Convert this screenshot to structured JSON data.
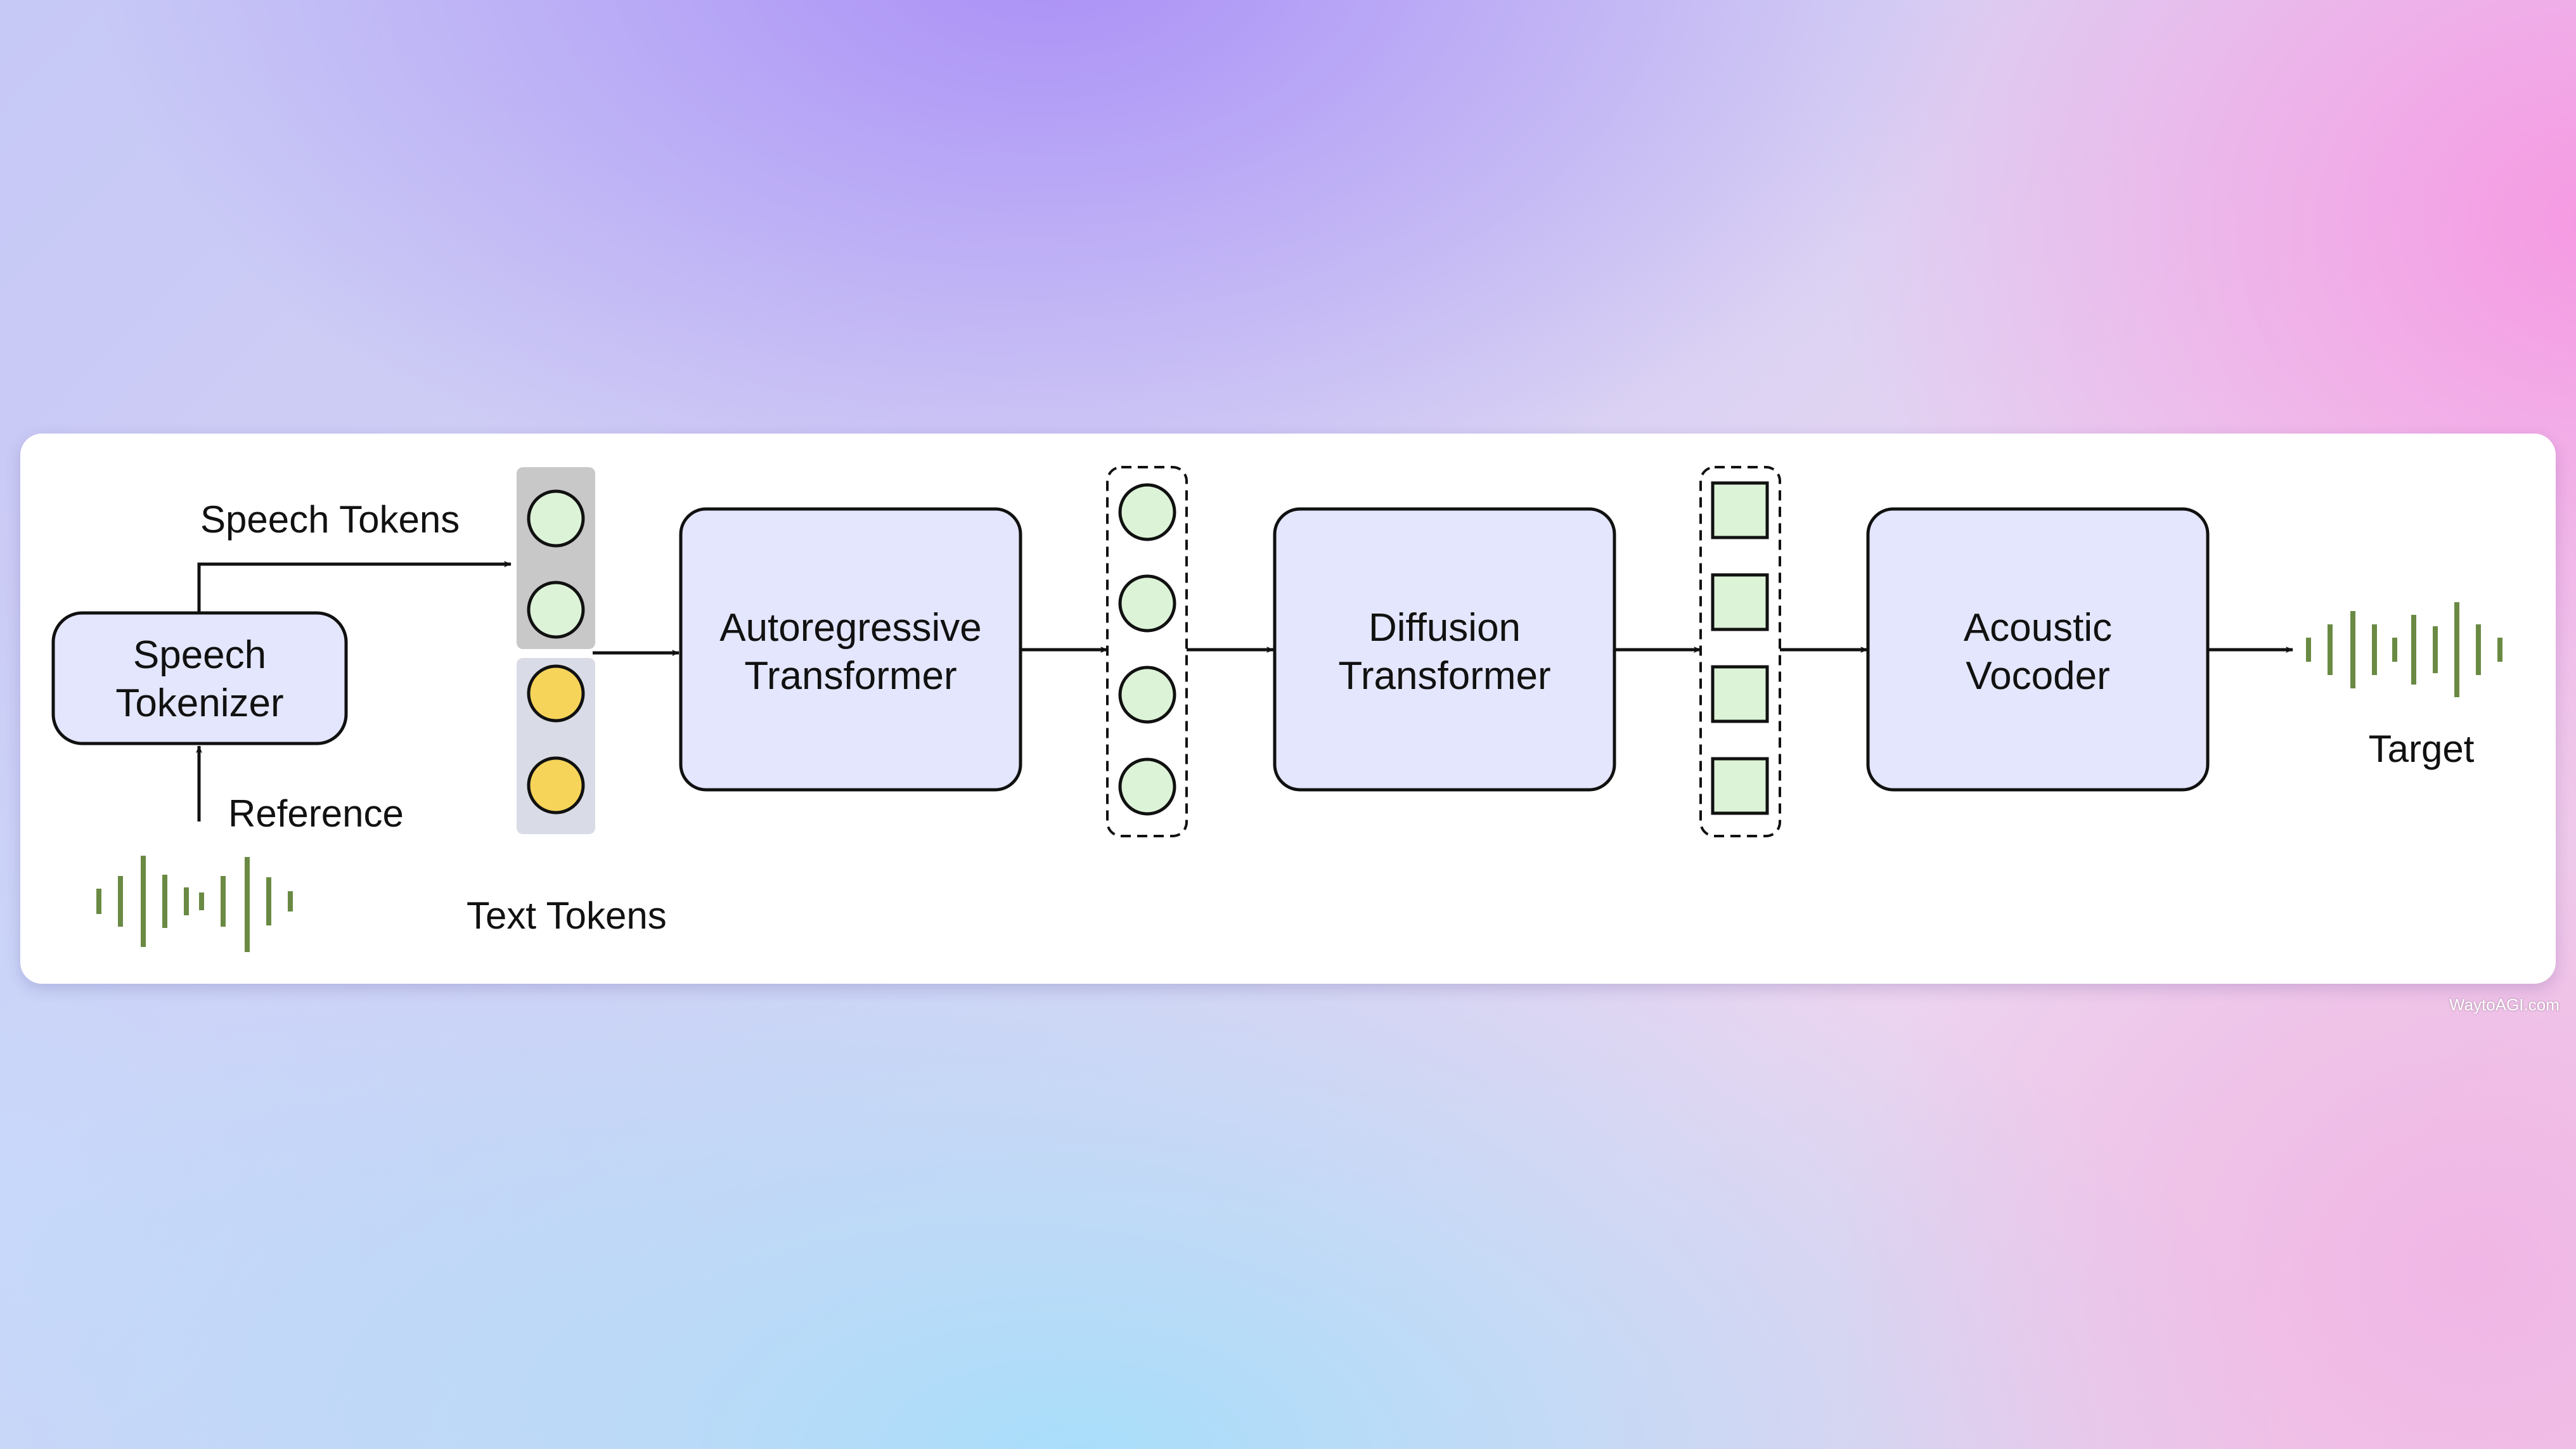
{
  "diagram": {
    "blocks": {
      "speech_tokenizer": [
        "Speech",
        "Tokenizer"
      ],
      "autoregressive_transformer": [
        "Autoregressive",
        "Transformer"
      ],
      "diffusion_transformer": [
        "Diffusion",
        "Transformer"
      ],
      "acoustic_vocoder": [
        "Acoustic",
        "Vocoder"
      ]
    },
    "labels": {
      "speech_tokens": "Speech Tokens",
      "text_tokens": "Text Tokens",
      "reference": "Reference",
      "target": "Target"
    },
    "token_counts": {
      "speech_tokens": 2,
      "text_tokens": 2,
      "ar_outputs": 4,
      "diffusion_outputs": 4
    },
    "colors": {
      "block_fill": "#e3e6fc",
      "speech_token_fill": "#dcf3d7",
      "text_token_fill": "#f6d45a",
      "speech_token_group_bg": "#c8c8c8",
      "text_token_group_bg": "#d9dbe6",
      "waveform": "#6a8a44",
      "stroke": "#111111"
    },
    "icons": [
      "reference-waveform-icon",
      "target-waveform-icon"
    ]
  },
  "watermark": "WaytoAGI.com"
}
